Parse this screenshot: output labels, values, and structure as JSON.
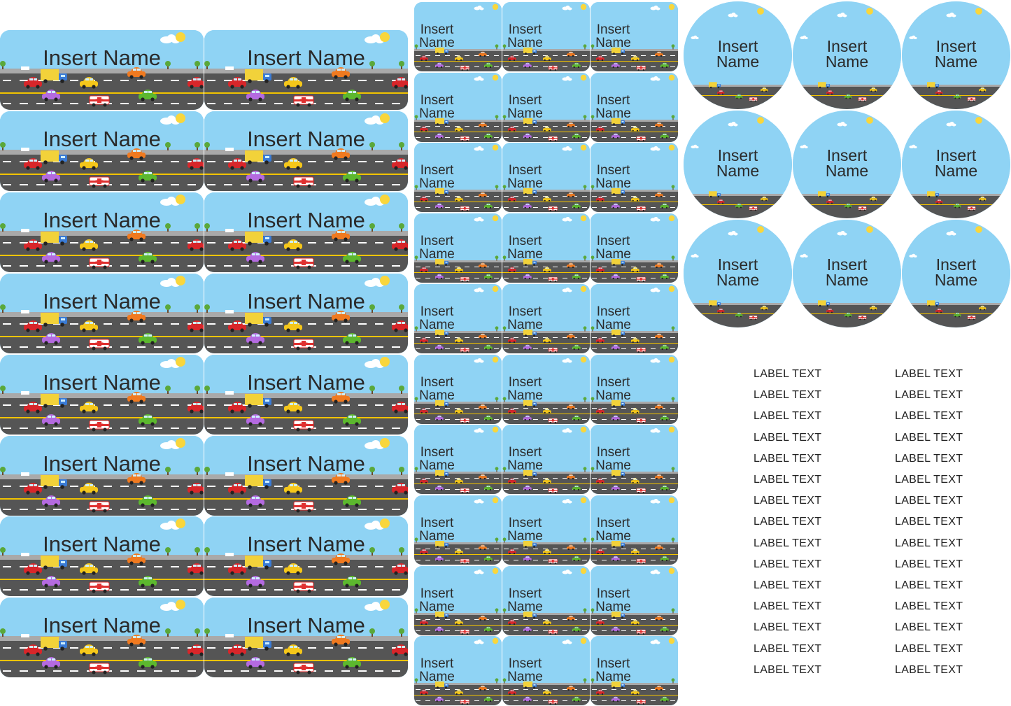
{
  "large_labels": {
    "text": "Insert Name",
    "rows": 8,
    "cols": 2
  },
  "small_labels": {
    "text_line1": "Insert",
    "text_line2": "Name",
    "rows": 10,
    "cols": 3
  },
  "round_labels": {
    "text_line1": "Insert",
    "text_line2": "Name",
    "rows": 3,
    "cols": 3
  },
  "text_labels": {
    "text": "LABEL TEXT",
    "rows": 15,
    "cols": 2
  },
  "colors": {
    "sky": "#8fd3f4",
    "road": "#555555",
    "lane_line": "#f2c400",
    "grass": "#5aa83a",
    "sun": "#f9d63c",
    "cloud": "#ffffff"
  },
  "icons": [
    "car-icon",
    "truck-icon",
    "ambulance-icon",
    "taxi-icon",
    "tree-icon",
    "cloud-icon",
    "sun-icon"
  ]
}
